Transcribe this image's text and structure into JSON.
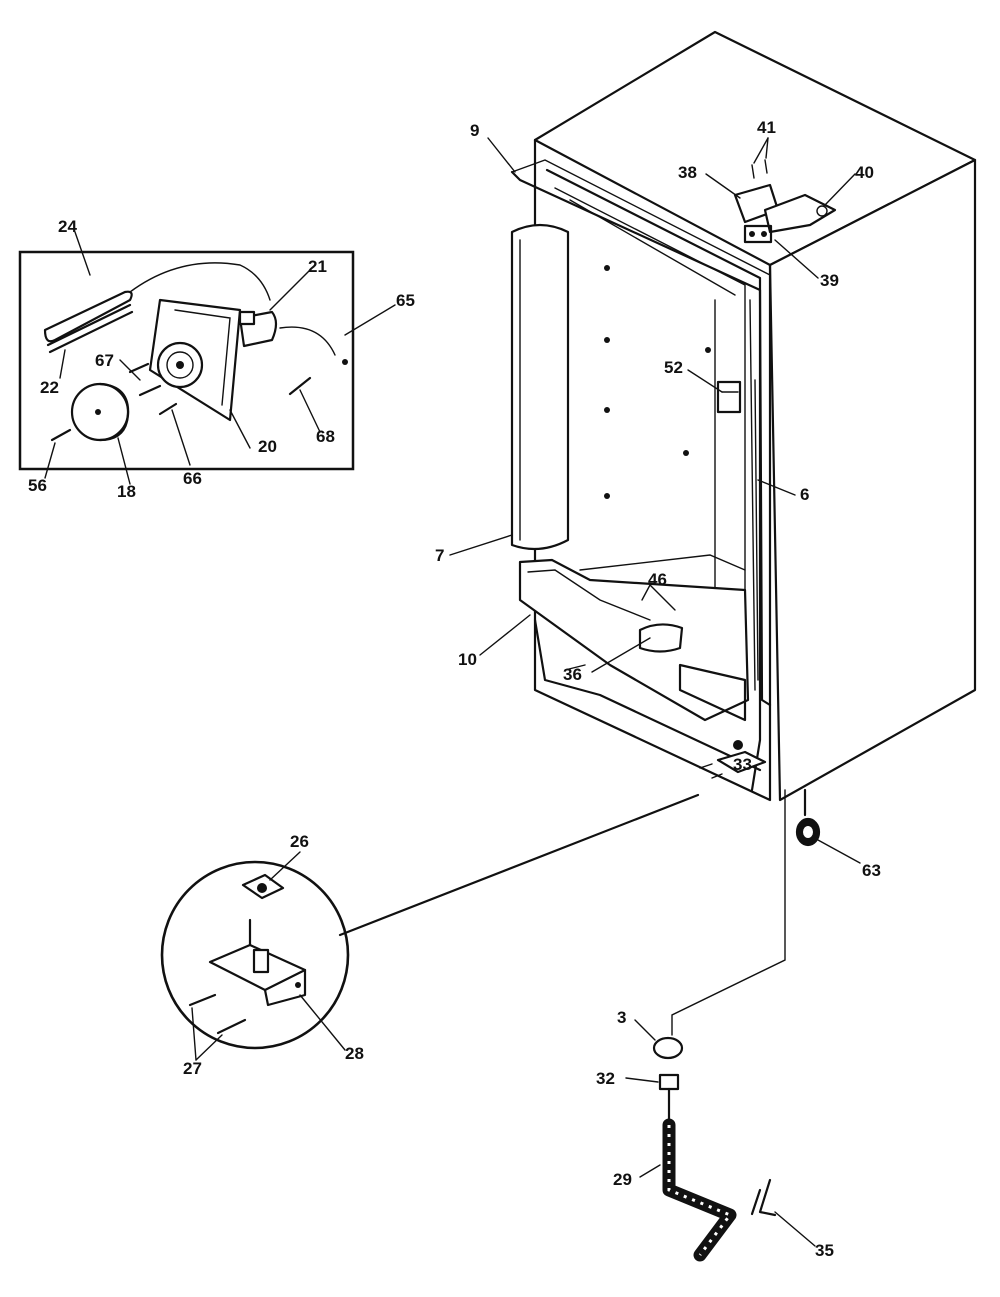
{
  "labels": {
    "p9": "9",
    "p41": "41",
    "p38": "38",
    "p40": "40",
    "p39": "39",
    "p24": "24",
    "p21": "21",
    "p65": "65",
    "p22": "22",
    "p67": "67",
    "p52": "52",
    "p20": "20",
    "p66": "66",
    "p68": "68",
    "p56": "56",
    "p18": "18",
    "p6": "6",
    "p7": "7",
    "p46": "46",
    "p10": "10",
    "p36": "36",
    "p33": "33",
    "p63": "63",
    "p26": "26",
    "p27": "27",
    "p28": "28",
    "p3": "3",
    "p32": "32",
    "p29": "29",
    "p35": "35"
  }
}
